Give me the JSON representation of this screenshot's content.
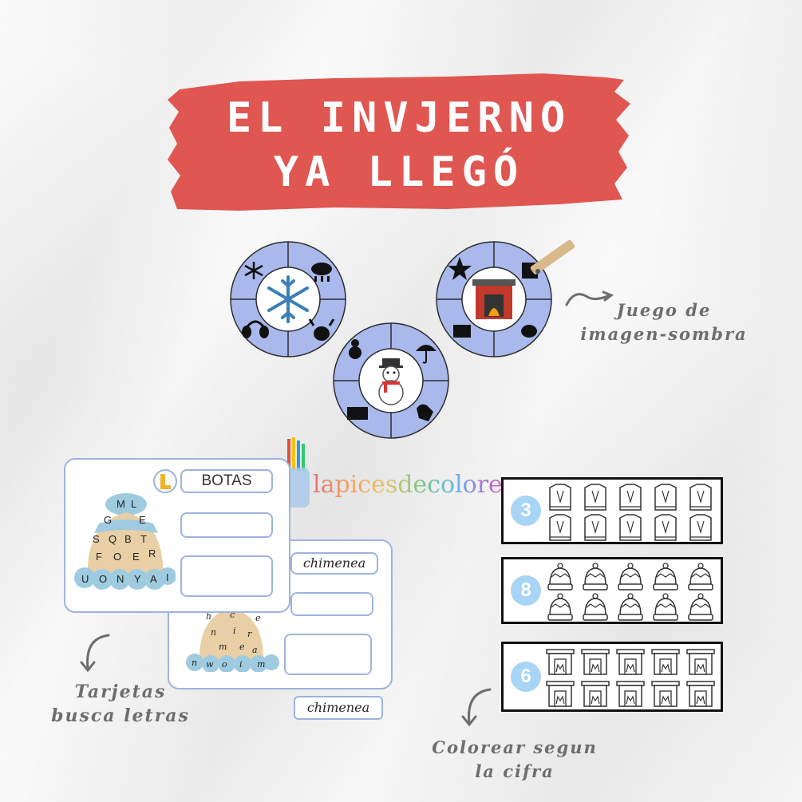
{
  "title": {
    "line1": "EL INVJERNO",
    "line2": "YA LLEGÓ",
    "color": "#e05650"
  },
  "labels": {
    "shadow_game_1": "Juego de",
    "shadow_game_2": "imagen-sombra",
    "letter_cards_1": "Tarjetas",
    "letter_cards_2": "busca letras",
    "coloring_1": "Colorear segun",
    "coloring_2": "la cifra"
  },
  "brand": {
    "name": "lapicesdecoloress"
  },
  "card_front": {
    "word": "BOTAS",
    "letters": [
      "M",
      "L",
      "G",
      "S",
      "Q",
      "B",
      "T",
      "R",
      "F",
      "O",
      "E",
      "U",
      "O",
      "N",
      "Y",
      "A",
      "I"
    ]
  },
  "card_back": {
    "word": "chimenea",
    "letters": [
      "h",
      "c",
      "e",
      "n",
      "i",
      "r",
      "m",
      "e",
      "a",
      "n",
      "w",
      "o",
      "i",
      "m"
    ]
  },
  "loose_word": "chimenea",
  "strips": [
    {
      "number": "3",
      "item": "sweater-icon"
    },
    {
      "number": "8",
      "item": "beanie-icon"
    },
    {
      "number": "6",
      "item": "fireplace-icon"
    }
  ],
  "wheels": [
    {
      "center": "snowflake-icon",
      "items": [
        "snowflake-icon",
        "cloud-rain-icon",
        "earmuffs-icon",
        "reindeer-icon"
      ]
    },
    {
      "center": "snowman-icon",
      "items": [
        "snowman-icon",
        "umbrella-icon",
        "radiator-icon",
        "mitten-icon"
      ]
    },
    {
      "center": "fireplace-icon",
      "items": [
        "star-icon",
        "square-icon",
        "radiator-icon",
        "leaf-icon"
      ]
    }
  ],
  "colors": {
    "wheel_blue": "#a9b9ec",
    "card_border": "#9db3e0",
    "hat_beige": "#e8cfa6",
    "hat_blue": "#9fcbe0"
  }
}
